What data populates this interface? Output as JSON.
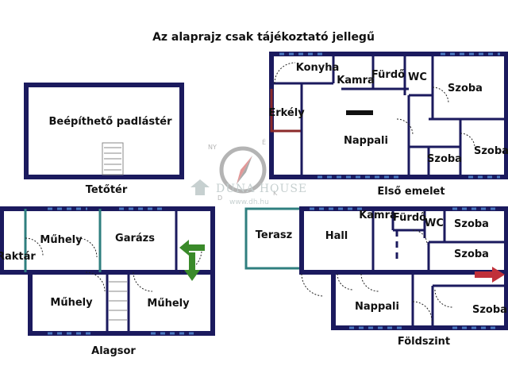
{
  "notice": "Az alaprajz csak tájékoztató jellegű",
  "floors": {
    "tetoter": "Tetőtér",
    "elso_emelet": "Első emelet",
    "alagsor": "Alagsor",
    "foldszint": "Földszint"
  },
  "rooms": {
    "padlaster": "Beépíthető padlástér",
    "konyha": "Konyha",
    "kamra_1": "Kamra",
    "furdo_1": "Fürdő",
    "wc_1": "WC",
    "szoba_1a": "Szoba",
    "erkely": "Erkély",
    "nappali_1": "Nappali",
    "szoba_1b": "Szoba",
    "szoba_1c": "Szoba",
    "muhely_a": "Műhely",
    "garazs": "Garázs",
    "raktar": "Raktár",
    "muhely_b": "Műhely",
    "muhely_c": "Műhely",
    "terasz": "Terasz",
    "hall": "Hall",
    "kamra_0": "Kamra",
    "furdo_0": "Fürdő",
    "wc_0": "WC",
    "szoba_0a": "Szoba",
    "szoba_0b": "Szoba",
    "nappali_0": "Nappali",
    "szoba_0c": "Szoba"
  },
  "watermark": {
    "brand": "DUNA HOUSE",
    "url": "www.dh.hu",
    "compass": [
      "NY",
      "É",
      "K",
      "D"
    ]
  },
  "colors": {
    "wall": "#1b1a5e",
    "window": "#4a78c0",
    "balcony": "#8b2a2a",
    "entry_arrow_green": "#3a8a2a",
    "entry_arrow_red": "#c0303a"
  }
}
